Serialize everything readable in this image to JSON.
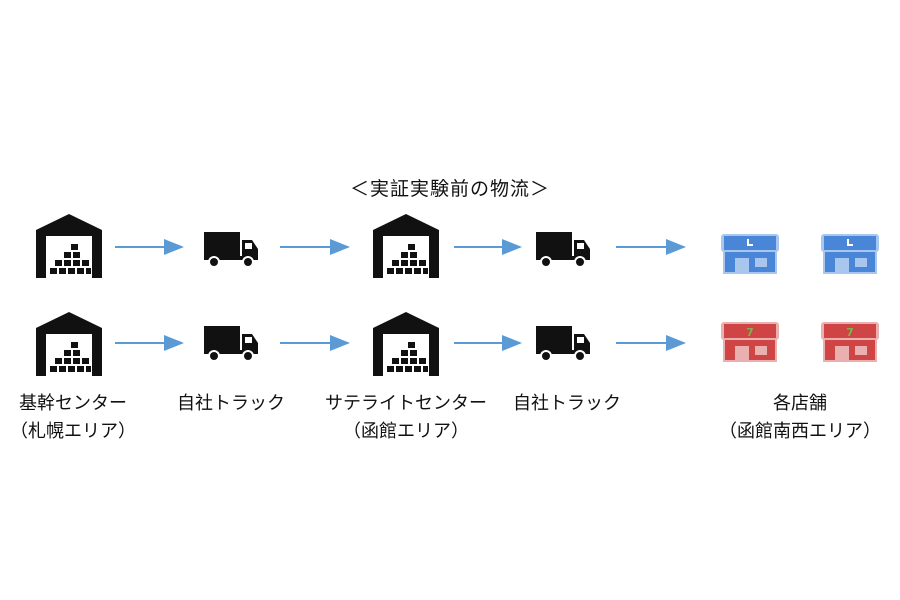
{
  "title": "＜実証実験前の物流＞",
  "colors": {
    "icon": "#111111",
    "arrow": "#5b9bd5",
    "store_blue": "#4a86d8",
    "store_blue_light": "#a9c6ee",
    "store_red": "#cf4444",
    "store_red_light": "#eab0b0",
    "store_mark_blue": "#ffffff",
    "store_mark_red": "#7fb24a"
  },
  "icons": {
    "warehouse": "warehouse-icon",
    "truck": "truck-icon",
    "store_blue": "convenience-store-blue-icon",
    "store_red": "convenience-store-red-icon"
  },
  "labels": [
    {
      "line1": "基幹センター",
      "line2": "（札幌エリア）"
    },
    {
      "line1": "自社トラック",
      "line2": ""
    },
    {
      "line1": "サテライトセンター",
      "line2": "（函館エリア）"
    },
    {
      "line1": "自社トラック",
      "line2": ""
    },
    {
      "line1": "各店舗",
      "line2": "（函館南西エリア）"
    }
  ]
}
